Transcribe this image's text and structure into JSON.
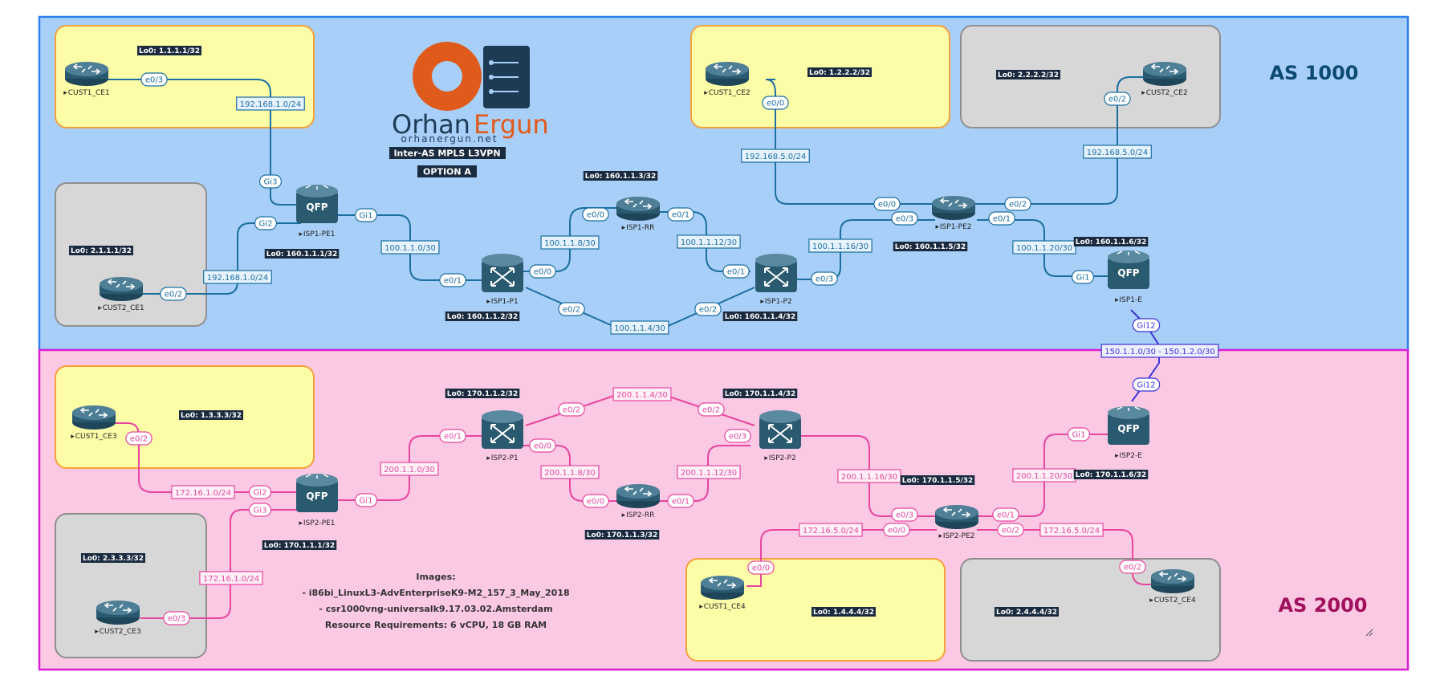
{
  "colors": {
    "as1000_fill": "#a8cff7",
    "as1000_border": "#2f80ed",
    "as2000_fill": "#fcc9e5",
    "as2000_border": "#d91ed6",
    "cust_fill": "#fdfda8",
    "cust_border": "#f5a03c",
    "grey_fill": "#d7d7d7",
    "grey_border": "#8f8f8f",
    "link_as1000": "#1c6fa0",
    "link_as2000": "#e8459e",
    "link_inter": "#3a35d9",
    "router": "#2f6177",
    "as1000_text": "#0c4a73",
    "as2000_text": "#a0105c"
  },
  "as_labels": {
    "as1000": "AS 1000",
    "as2000": "AS 2000"
  },
  "logo": {
    "word1": "Orhan",
    "word2": "Ergun",
    "url": "orhanergun.net",
    "badge1": "Inter-AS MPLS L3VPN",
    "badge2": "OPTION A"
  },
  "devices": {
    "cust1_ce1": "CUST1_CE1",
    "cust2_ce1": "CUST2_CE1",
    "isp1_pe1": "ISP1-PE1",
    "isp1_p1": "ISP1-P1",
    "isp1_rr": "ISP1-RR",
    "isp1_p2": "ISP1-P2",
    "isp1_pe2": "ISP1-PE2",
    "cust1_ce2": "CUST1_CE2",
    "cust2_ce2": "CUST2_CE2",
    "isp1_e": "ISP1-E",
    "isp2_e": "ISP2-E",
    "cust1_ce3": "CUST1_CE3",
    "cust2_ce3": "CUST2_CE3",
    "isp2_pe1": "ISP2-PE1",
    "isp2_p1": "ISP2-P1",
    "isp2_rr": "ISP2-RR",
    "isp2_p2": "ISP2-P2",
    "isp2_pe2": "ISP2-PE2",
    "cust1_ce4": "CUST1_CE4",
    "cust2_ce4": "CUST2_CE4"
  },
  "router_badge": "QFP",
  "loopbacks": {
    "cust1_ce1": "Lo0: 1.1.1.1/32",
    "cust2_ce1": "Lo0: 2.1.1.1/32",
    "isp1_pe1": "Lo0: 160.1.1.1/32",
    "isp1_p1": "Lo0: 160.1.1.2/32",
    "isp1_rr": "Lo0: 160.1.1.3/32",
    "isp1_p2": "Lo0: 160.1.1.4/32",
    "isp1_pe2": "Lo0: 160.1.1.5/32",
    "isp1_e": "Lo0: 160.1.1.6/32",
    "cust1_ce2": "Lo0: 1.2.2.2/32",
    "cust2_ce2": "Lo0: 2.2.2.2/32",
    "cust1_ce3": "Lo0: 1.3.3.3/32",
    "cust2_ce3": "Lo0: 2.3.3.3/32",
    "isp2_pe1": "Lo0: 170.1.1.1/32",
    "isp2_p1": "Lo0: 170.1.1.2/32",
    "isp2_rr": "Lo0: 170.1.1.3/32",
    "isp2_p2": "Lo0: 170.1.1.4/32",
    "isp2_pe2": "Lo0: 170.1.1.5/32",
    "isp2_e": "Lo0: 170.1.1.6/32",
    "cust1_ce4": "Lo0: 1.4.4.4/32",
    "cust2_ce4": "Lo0: 2.4.4.4/32"
  },
  "subnets": {
    "s1": "192.168.1.0/24",
    "s2": "192.168.1.0/24",
    "s3": "100.1.1.0/30",
    "s4": "100.1.1.8/30",
    "s5": "100.1.1.12/30",
    "s6": "100.1.1.4/30",
    "s7": "100.1.1.16/30",
    "s8": "100.1.1.20/30",
    "s9": "192.168.5.0/24",
    "s10": "192.168.5.0/24",
    "s11": "150.1.1.0/30 - 150.1.2.0/30",
    "s12": "172.16.1.0/24",
    "s13": "172.16.1.0/24",
    "s14": "200.1.1.0/30",
    "s15": "200.1.1.4/30",
    "s16": "200.1.1.8/30",
    "s17": "200.1.1.12/30",
    "s18": "200.1.1.16/30",
    "s19": "200.1.1.20/30",
    "s20": "172.16.5.0/24",
    "s21": "172.16.5.0/24"
  },
  "interfaces": {
    "i1": "e0/3",
    "i2": "Gi3",
    "i3": "Gi2",
    "i4": "e0/2",
    "i5": "Gi1",
    "i6": "e0/1",
    "i7": "e0/0",
    "i8": "e0/0",
    "i9": "e0/1",
    "i10": "e0/1",
    "i11": "e0/2",
    "i12": "e0/2",
    "i13": "e0/3",
    "i14": "e0/3",
    "i15": "e0/0",
    "i16": "e0/0",
    "i17": "e0/2",
    "i18": "e0/2",
    "i19": "e0/1",
    "i20": "Gi1",
    "i21": "Gi12",
    "i22": "Gi12",
    "i23": "e0/2",
    "i24": "Gi2",
    "i25": "Gi3",
    "i26": "e0/3",
    "i27": "Gi1",
    "i28": "e0/1",
    "i29": "e0/0",
    "i30": "e0/2",
    "i31": "e0/2",
    "i32": "e0/0",
    "i33": "e0/1",
    "i34": "e0/3",
    "i35": "e0/3",
    "i36": "e0/1",
    "i37": "e0/0",
    "i38": "e0/2",
    "i39": "e0/0",
    "i40": "Gi1",
    "i41": "e0/2"
  },
  "info": {
    "title": "Images:",
    "line1": "- i86bi_LinuxL3-AdvEnterpriseK9-M2_157_3_May_2018",
    "line2": "- csr1000vng-universalk9.17.03.02.Amsterdam",
    "line3": "Resource Requirements: 6 vCPU, 18 GB RAM"
  }
}
